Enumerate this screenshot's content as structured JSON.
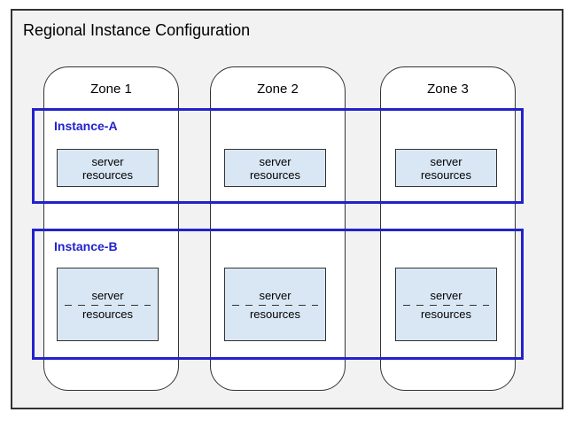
{
  "title": "Regional Instance Configuration",
  "zones": [
    {
      "label": "Zone 1"
    },
    {
      "label": "Zone 2"
    },
    {
      "label": "Zone 3"
    }
  ],
  "instances": [
    {
      "label": "Instance-A",
      "split": false,
      "boxes": [
        {
          "line1": "server",
          "line2": "resources"
        },
        {
          "line1": "server",
          "line2": "resources"
        },
        {
          "line1": "server",
          "line2": "resources"
        }
      ]
    },
    {
      "label": "Instance-B",
      "split": true,
      "boxes": [
        {
          "line1": "server",
          "line2": "resources"
        },
        {
          "line1": "server",
          "line2": "resources"
        },
        {
          "line1": "server",
          "line2": "resources"
        }
      ]
    }
  ],
  "colors": {
    "background": "#f2f2f2",
    "zone_fill": "#ffffff",
    "line": "#333333",
    "instance_blue": "#2222cc",
    "server_fill": "#d9e7f5",
    "text": "#000000"
  }
}
